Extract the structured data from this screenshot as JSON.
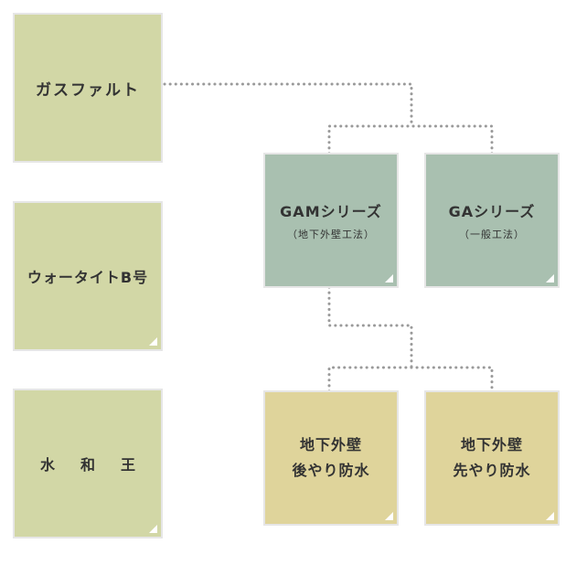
{
  "nodes": {
    "gasphalt": {
      "label": "ガスファルト"
    },
    "waterite": {
      "label": "ウォータイトB号"
    },
    "suiwaou": {
      "label": "水和王"
    },
    "gam": {
      "title": "GAMシリーズ",
      "sub": "（地下外壁工法）"
    },
    "ga": {
      "title": "GAシリーズ",
      "sub": "（一般工法）"
    },
    "after": {
      "line1": "地下外壁",
      "line2": "後やり防水"
    },
    "before": {
      "line1": "地下外壁",
      "line2": "先やり防水"
    }
  },
  "colors": {
    "light_green": "#d2d7a6",
    "dark_green": "#a9c0b0",
    "yellow": "#dfd49b",
    "connector": "#9a9a9a"
  }
}
